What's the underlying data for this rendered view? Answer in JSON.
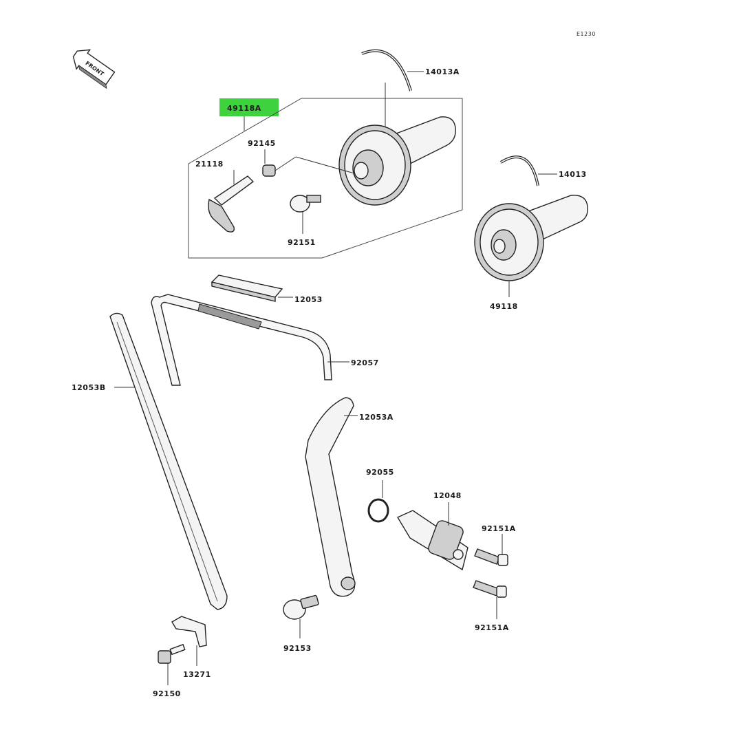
{
  "diagram_code": "E1230",
  "front_label": "FRONT",
  "highlight_color": "#3fd23f",
  "parts": {
    "p49118A": "49118A",
    "p14013A": "14013A",
    "p92145": "92145",
    "p21118": "21118",
    "p92151": "92151",
    "p14013": "14013",
    "p49118": "49118",
    "p12053": "12053",
    "p92057": "92057",
    "p12053B": "12053B",
    "p12053A": "12053A",
    "p92055": "92055",
    "p12048": "12048",
    "p92151A_top": "92151A",
    "p92151A_bottom": "92151A",
    "p92153": "92153",
    "p13271": "13271",
    "p92150": "92150"
  }
}
